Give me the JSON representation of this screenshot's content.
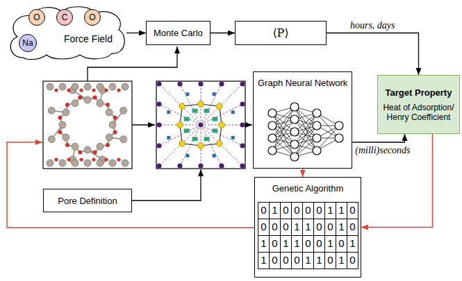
{
  "diagram": {
    "nodes": [
      {
        "text": [
          "Force Field"
        ]
      },
      {
        "text": [
          "O"
        ],
        "in": 0
      },
      {
        "text": [
          "C"
        ],
        "in": 0
      },
      {
        "text": [
          "O"
        ],
        "in": 0
      },
      {
        "text": [
          "Na"
        ],
        "in": 0
      },
      {
        "text": [
          "Monte Carlo"
        ]
      },
      {
        "text": [
          "⟨P⟩"
        ]
      },
      {
        "text": [
          "Target Property",
          "Heat of Adsorption/ Henry Coefficient"
        ]
      },
      {
        "text": [
          "Graph Neural Network"
        ]
      },
      {
        "text": [
          "Pore Definition"
        ]
      },
      {
        "text": [
          "Genetic Algorithm"
        ]
      }
    ],
    "edges": [
      {
        "from": 1,
        "to": 2,
        "arrow": "none"
      },
      {
        "from": 2,
        "to": 3,
        "arrow": "none"
      },
      {
        "from": 0,
        "to": 5,
        "arrow": "to"
      },
      {
        "from": 5,
        "to": 6,
        "arrow": "to"
      },
      {
        "from": 6,
        "to": 7,
        "arrow": "to",
        "label": "hours, days"
      },
      {
        "from": 8,
        "to": 7,
        "arrow": "to",
        "label": "(milli)seconds"
      },
      {
        "from": 8,
        "to": 10,
        "arrow": "to"
      },
      {
        "from": 7,
        "to": 10,
        "arrow": "to"
      }
    ],
    "labels": [
      "0",
      "1",
      "0",
      "0",
      "0",
      "0",
      "1",
      "1",
      "0",
      "0",
      "0",
      "0",
      "1",
      "1",
      "0",
      "0",
      "1",
      "0",
      "1",
      "0",
      "1",
      "1",
      "0",
      "0",
      "1",
      "0",
      "1",
      "1",
      "0",
      "0",
      "0",
      "1",
      "1",
      "0",
      "1",
      "0"
    ]
  }
}
